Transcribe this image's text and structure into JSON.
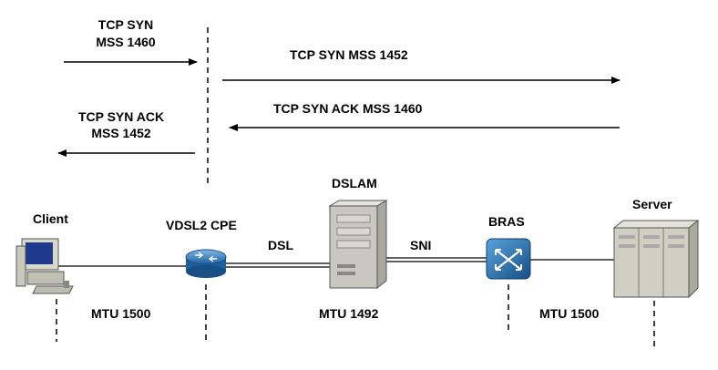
{
  "flow": {
    "syn_line1": "TCP SYN",
    "syn_line2": "MSS 1460",
    "syn_mss_1452": "TCP SYN MSS 1452",
    "synack_mss_1460": "TCP SYN ACK MSS 1460",
    "synack_line1": "TCP SYN ACK",
    "synack_line2": "MSS 1452"
  },
  "devices": {
    "client": "Client",
    "cpe": "VDSL2 CPE",
    "dslam": "DSLAM",
    "bras": "BRAS",
    "server": "Server"
  },
  "links": {
    "dsl": "DSL",
    "sni": "SNI"
  },
  "mtu": {
    "client": "MTU 1500",
    "dslam": "MTU 1492",
    "server": "MTU 1500"
  },
  "colors": {
    "line": "#000000",
    "router_blue": "#2f7fc0",
    "bras_blue": "#1f6fb0",
    "tower_gray": "#c8c8c0",
    "server_gray": "#cfd0c2"
  }
}
